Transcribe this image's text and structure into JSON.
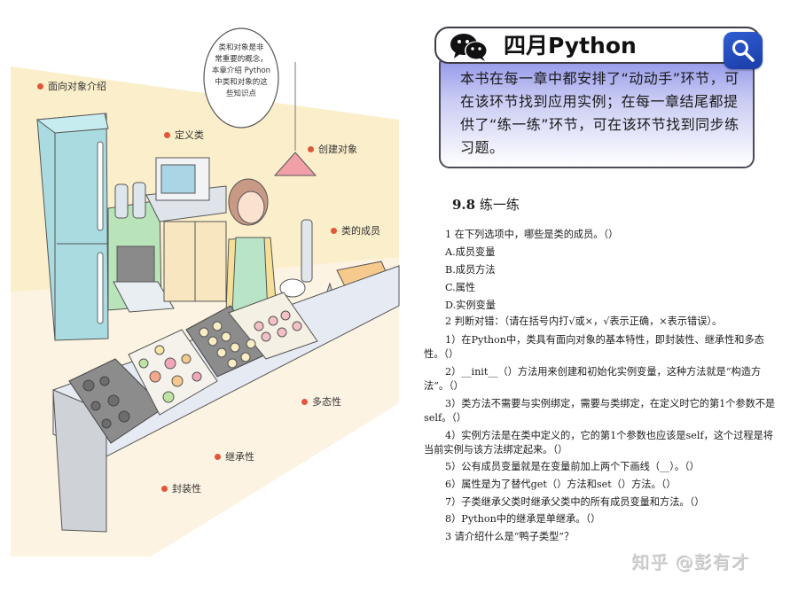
{
  "illustration": {
    "speech_bubble": [
      "类和对象是非",
      "常重要的概念，",
      "本章介绍 Python",
      "中类和对象的这",
      "些知识点"
    ],
    "labels": {
      "oop_intro": "面向对象介绍",
      "define_class": "定义类",
      "create_object": "创建对象",
      "class_members": "类的成员",
      "polymorphism": "多态性",
      "inheritance": "继承性",
      "encapsulation": "封装性"
    },
    "colors": {
      "label_dot": "#e0573a",
      "wall": "#fbefcb",
      "floor": "#fdf3e2"
    }
  },
  "header": {
    "title": "四月Python",
    "icon_left": "wechat-icon",
    "icon_right": "search-icon",
    "body": "本书在每一章中都安排了“动动手”环节，可在该环节找到应用实例；在每一章结尾都提供了“练一练”环节，可在该环节找到同步练习题。",
    "colors": {
      "accent": "#1f45b8",
      "gradient_top": "#8e92e8"
    }
  },
  "exercise": {
    "section_number": "9.8",
    "section_title": "练一练",
    "q1": {
      "prompt": "1 在下列选项中，哪些是类的成员。（）",
      "options": [
        "A.成员变量",
        "B.成员方法",
        "C.属性",
        "D.实例变量"
      ]
    },
    "q2": {
      "prompt": "2 判断对错：（请在括号内打√或×，√表示正确，×表示错误）。",
      "items": [
        "1）在Python中，类具有面向对象的基本特性，即封装性、继承性和多态性。（）",
        "2）__init__（）方法用来创建和初始化实例变量，这种方法就是“构造方法”。（）",
        "3）类方法不需要与实例绑定，需要与类绑定，在定义时它的第1个参数不是self。（）",
        "4）实例方法是在类中定义的，它的第1个参数也应该是self，这个过程是将当前实例与该方法绑定起来。（）",
        "5）公有成员变量就是在变量前加上两个下画线（__）。（）",
        "6）属性是为了替代get（）方法和set（）方法。（）",
        "7）子类继承父类时继承父类中的所有成员变量和方法。（）",
        "8）Python中的继承是单继承。（）"
      ]
    },
    "q3": {
      "prompt": "3 请介绍什么是“鸭子类型”？"
    }
  },
  "watermark": "知乎 @彭有才"
}
